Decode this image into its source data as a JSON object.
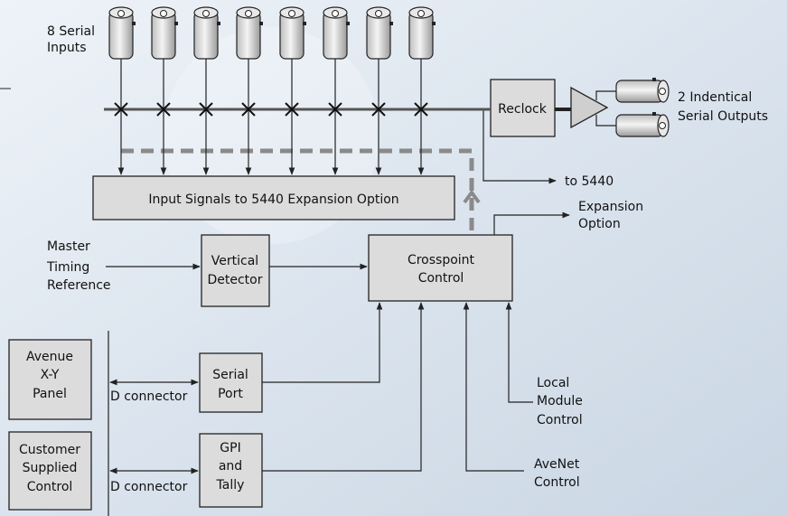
{
  "inputs_label": [
    "8 Serial",
    "Inputs"
  ],
  "outputs_label": [
    "2 Indentical",
    "Serial Outputs"
  ],
  "blocks": {
    "reclock": "Reclock",
    "expansion_inputs": "Input Signals to 5440 Expansion Option",
    "vertical_detector": [
      "Vertical",
      "Detector"
    ],
    "crosspoint_control": [
      "Crosspoint",
      "Control"
    ],
    "avenue_panel": [
      "Avenue",
      "X-Y",
      "Panel"
    ],
    "customer_control": [
      "Customer",
      "Supplied",
      "Control"
    ],
    "serial_port": [
      "Serial",
      "Port"
    ],
    "gpi_tally": [
      "GPI",
      "and",
      "Tally"
    ]
  },
  "labels": {
    "to_5440": "to 5440",
    "expansion_option": [
      "Expansion",
      "Option"
    ],
    "master_timing": [
      "Master",
      "Timing",
      "Reference"
    ],
    "d_connector_1": "D connector",
    "d_connector_2": "D connector",
    "local_module": [
      "Local",
      "Module",
      "Control"
    ],
    "avenet": [
      "AveNet",
      "Control"
    ]
  }
}
